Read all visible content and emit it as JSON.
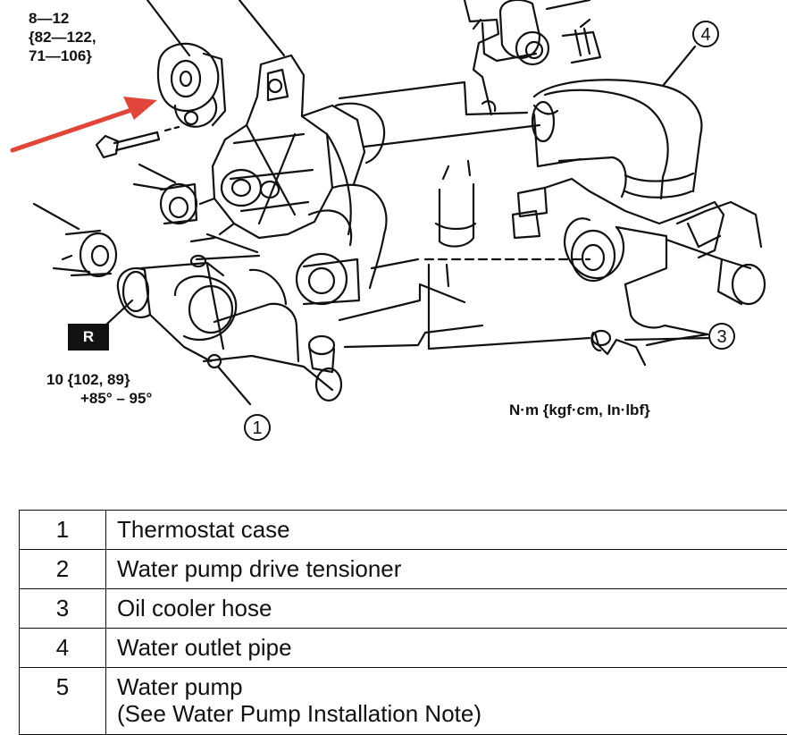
{
  "diagram": {
    "torque_top": [
      "8—12",
      "{82—122,",
      "71—106}"
    ],
    "torque_bottom": {
      "value": "10 {102, 89}",
      "angle": "+85° – 95°"
    },
    "badge": "R",
    "units": "N·m {kgf·cm, In·lbf}",
    "callouts": [
      "1",
      "3",
      "4"
    ],
    "arrow_color": "#e0463a"
  },
  "parts_table": [
    {
      "num": "1",
      "name": "Thermostat case"
    },
    {
      "num": "2",
      "name": "Water pump drive tensioner"
    },
    {
      "num": "3",
      "name": "Oil cooler hose"
    },
    {
      "num": "4",
      "name": "Water outlet pipe"
    },
    {
      "num": "5",
      "name": "Water pump",
      "note": "(See Water Pump Installation Note)"
    }
  ]
}
